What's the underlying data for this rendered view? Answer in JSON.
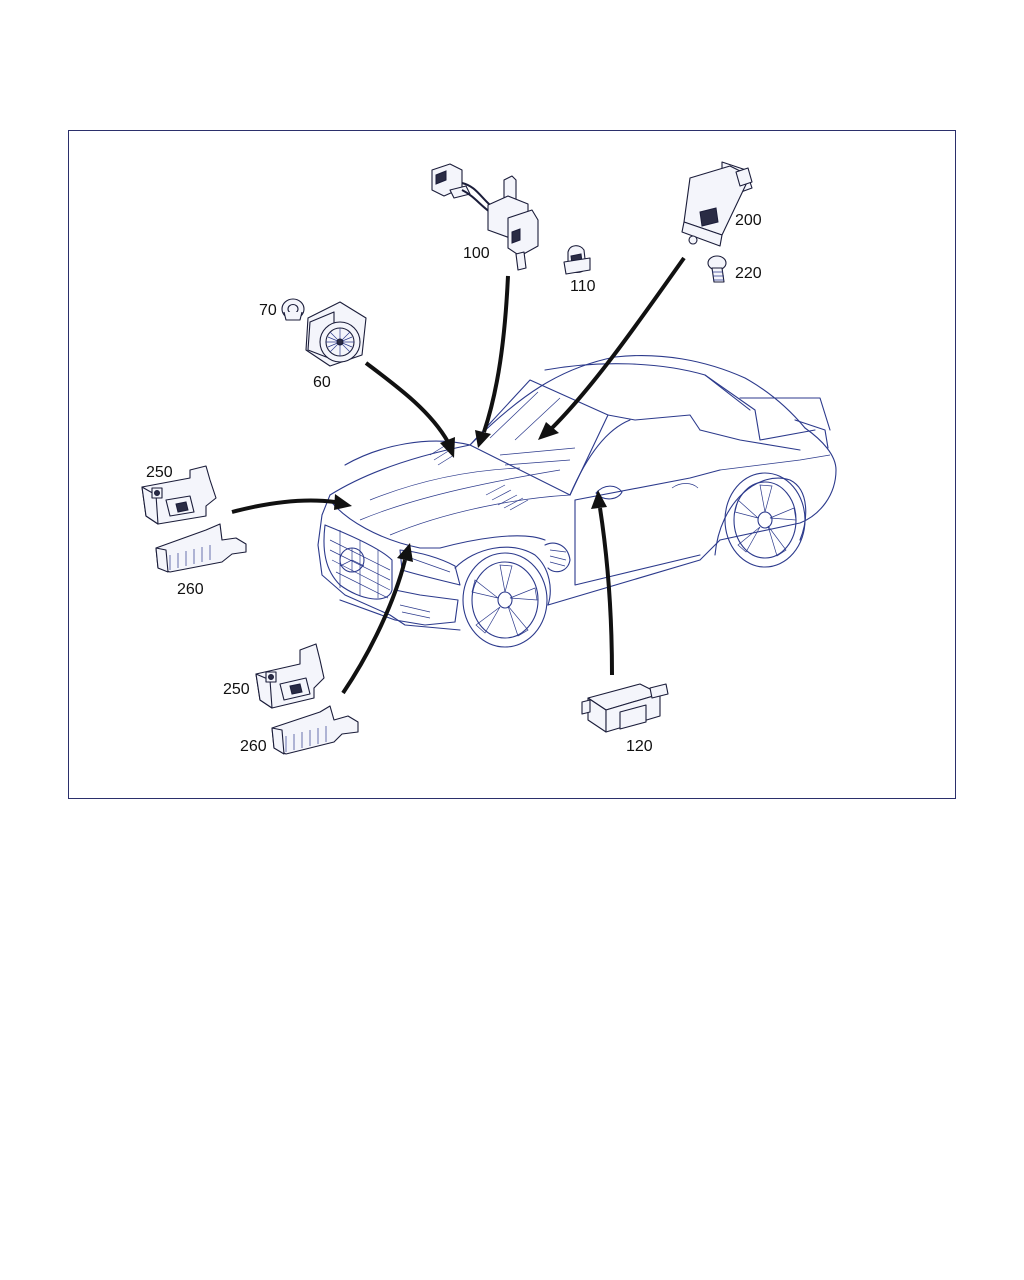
{
  "labels": {
    "p60": "60",
    "p70": "70",
    "p100": "100",
    "p110": "110",
    "p120": "120",
    "p200": "200",
    "p220": "220",
    "p250a": "250",
    "p260a": "260",
    "p250b": "250",
    "p260b": "260"
  },
  "colors": {
    "frame": "#2b2f6b",
    "car_line": "#2c3a8c",
    "arrow": "#111111"
  }
}
